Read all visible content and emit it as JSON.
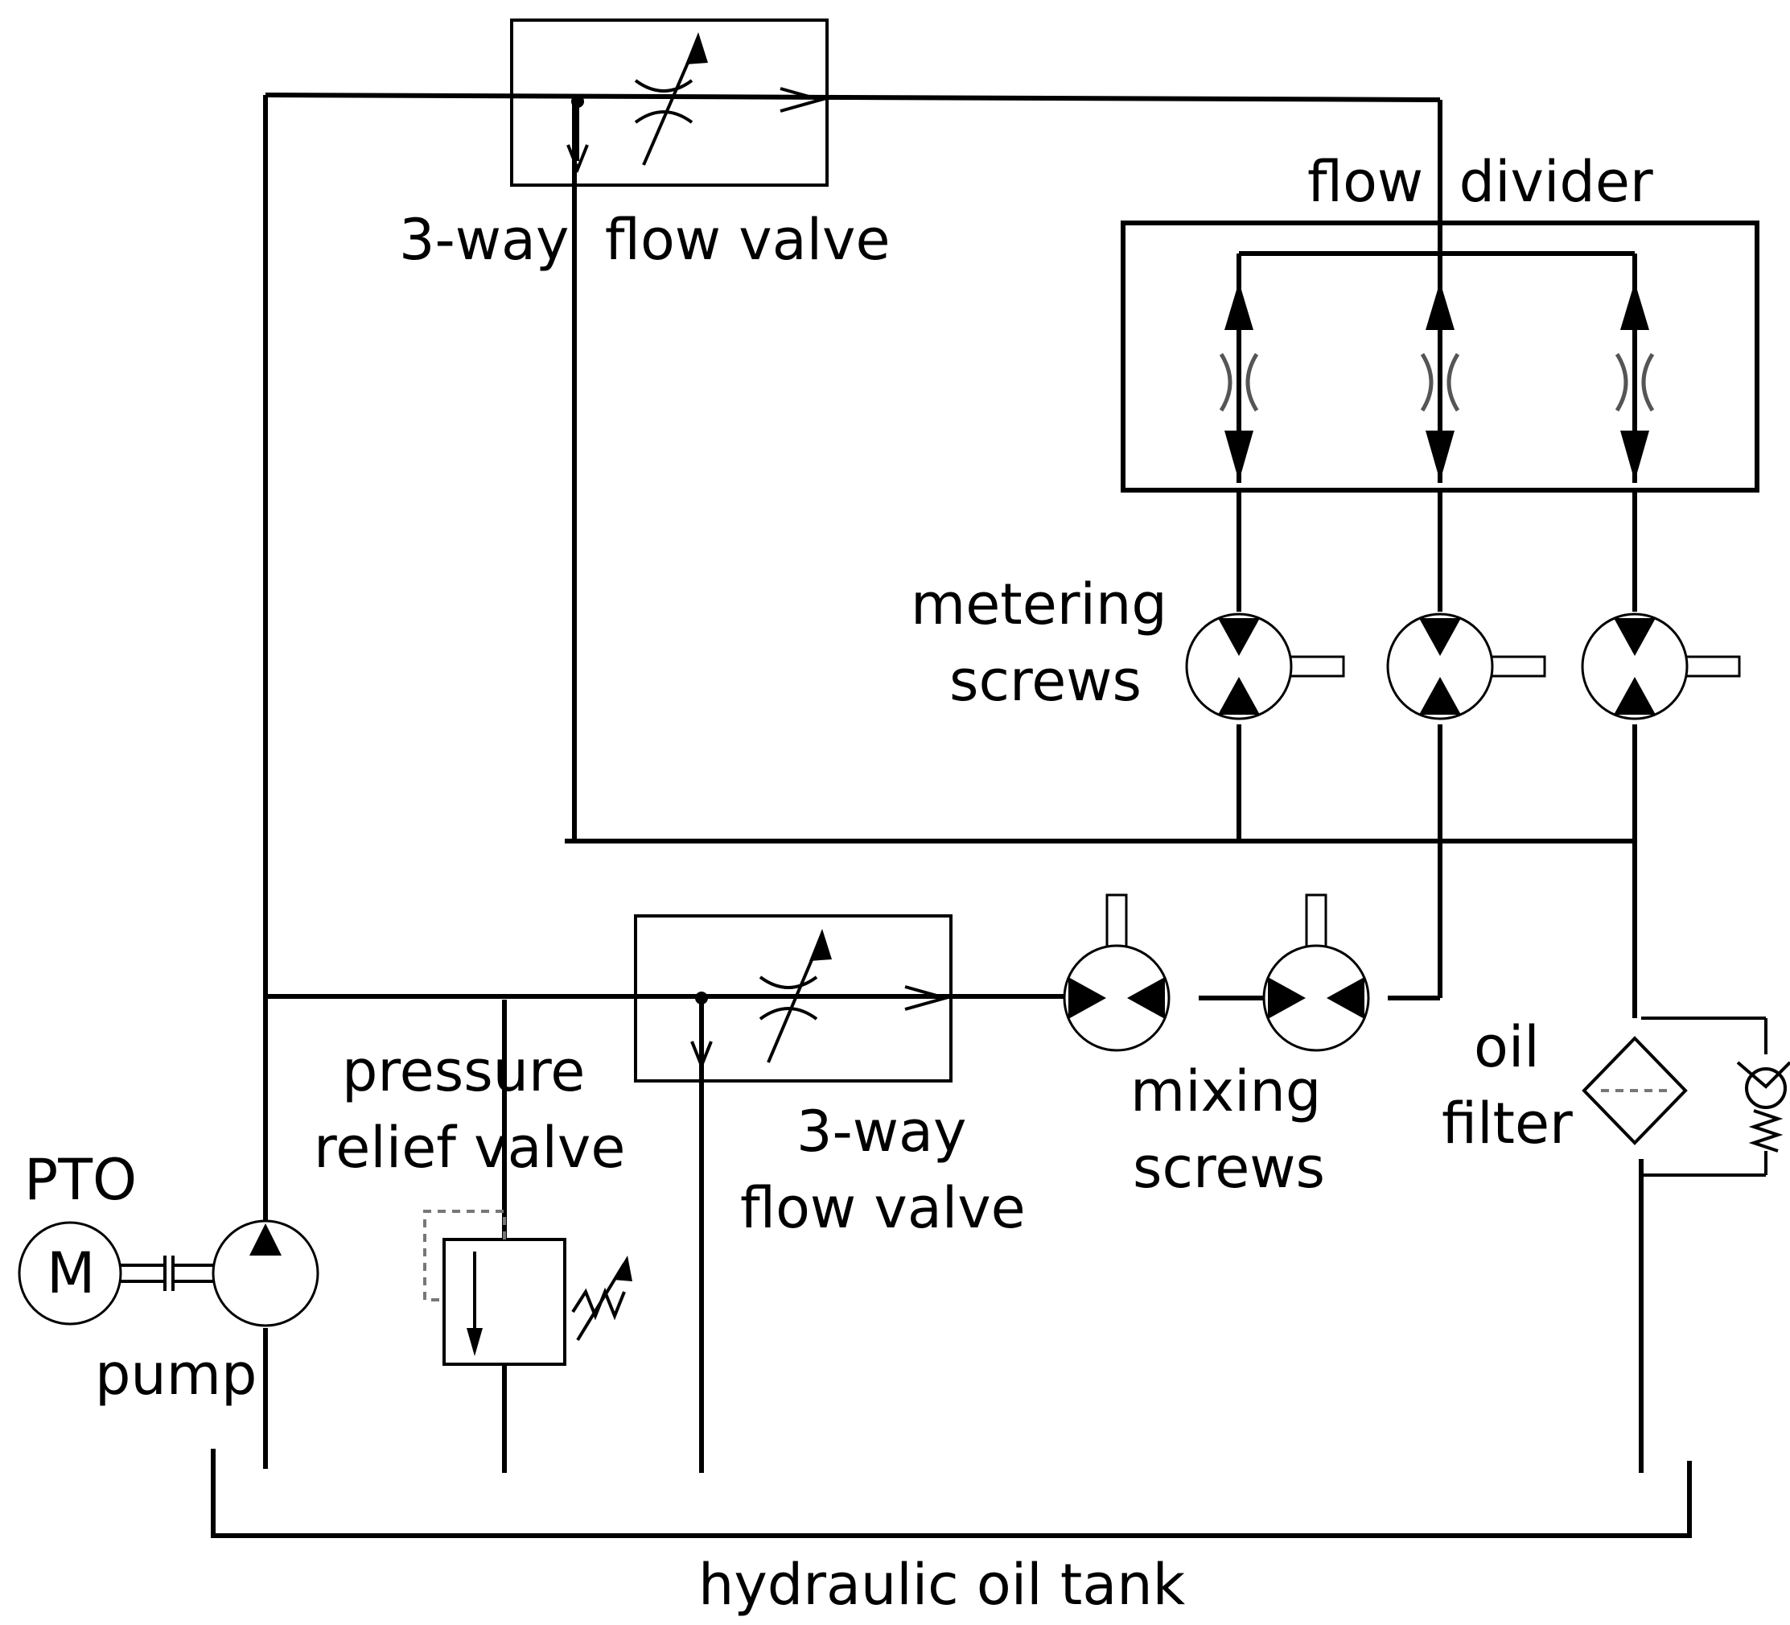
{
  "labels": {
    "three_way_top": "3-way  flow valve",
    "flow_divider": "flow  divider",
    "metering_screws_line1": "metering",
    "metering_screws_line2": "screws",
    "pressure_relief_line1": "pressure",
    "pressure_relief_line2": "relief valve",
    "three_way_bottom_line1": "3-way",
    "three_way_bottom_line2": "flow valve",
    "mixing_screws_line1": "mixing",
    "mixing_screws_line2": "screws",
    "oil_filter_line1": "oil",
    "oil_filter_line2": "filter",
    "pto": "PTO",
    "motor": "M",
    "pump": "pump",
    "tank": "hydraulic oil tank"
  },
  "components": {
    "flow_valves": [
      "3-way flow valve (top)",
      "3-way flow valve (bottom)"
    ],
    "flow_divider_outputs": 3,
    "metering_screws": 3,
    "mixing_screws": 2
  }
}
